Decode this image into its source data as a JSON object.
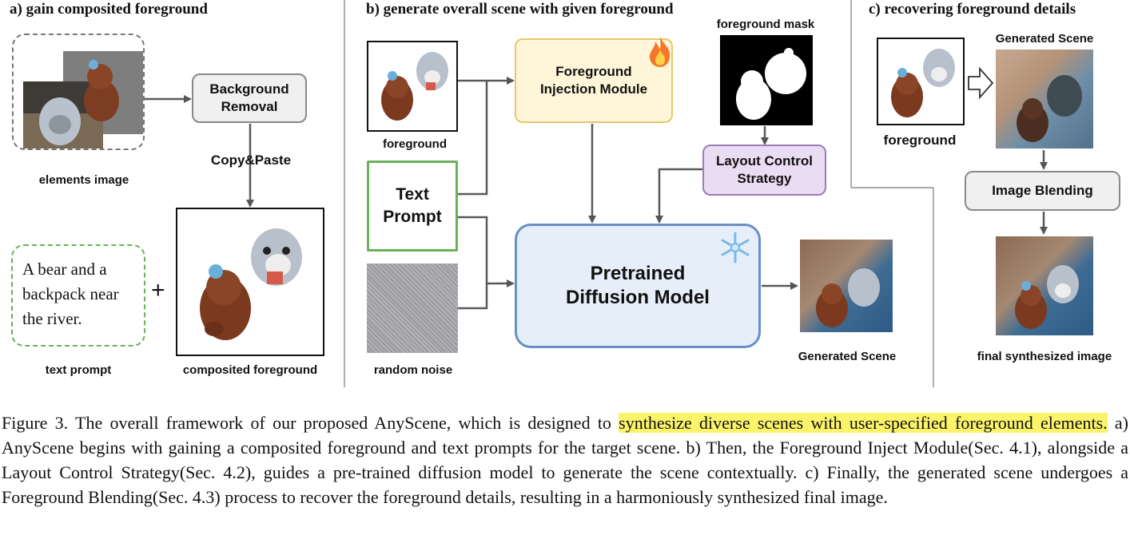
{
  "sections": {
    "a": {
      "title": "a) gain composited foreground"
    },
    "b": {
      "title": "b) generate overall scene with given foreground"
    },
    "c": {
      "title": "c) recovering foreground details"
    }
  },
  "panel_a": {
    "elements_image_label": "elements image",
    "background_removal_label": "Background Removal",
    "copy_paste_label": "Copy&Paste",
    "text_prompt_content": "A bear and  a backpack near the river.",
    "text_prompt_label": "text prompt",
    "plus_sign": "+",
    "composited_foreground_label": "composited foreground"
  },
  "panel_b": {
    "foreground_label": "foreground",
    "foreground_injection_label": "Foreground Injection Module",
    "foreground_mask_label": "foreground mask",
    "layout_control_label": "Layout Control Strategy",
    "text_prompt_box": "Text Prompt",
    "pretrained_model_label": "Pretrained Diffusion Model",
    "random_noise_label": "random noise",
    "generated_scene_label": "Generated Scene"
  },
  "panel_c": {
    "foreground_label": "foreground",
    "generated_scene_label": "Generated Scene",
    "image_blending_label": "Image Blending",
    "final_label": "final synthesized image"
  },
  "colors": {
    "injection_border": "#e6c76a",
    "injection_fill": "#fff6d9",
    "text_prompt_border": "#6bb05a",
    "layout_border": "#9d7cb8",
    "layout_fill": "#eadcf2",
    "diffusion_border": "#6a8fc7",
    "diffusion_fill": "#e6eef9",
    "highlight": "#fbf46b"
  },
  "caption": {
    "prefix": "Figure 3. The overall framework of our proposed AnyScene, which is designed to ",
    "highlight": "synthesize diverse scenes with user-specified foreground elements.",
    "rest": " a) AnyScene begins with gaining a composited foreground and text prompts for the target scene. b) Then, the Foreground Inject Module(Sec. 4.1), alongside a Layout Control Strategy(Sec. 4.2), guides a pre-trained diffusion model to generate the scene contextually. c) Finally, the generated scene undergoes a Foreground Blending(Sec. 4.3) process to recover the foreground details, resulting in a harmoniously synthesized final image."
  }
}
